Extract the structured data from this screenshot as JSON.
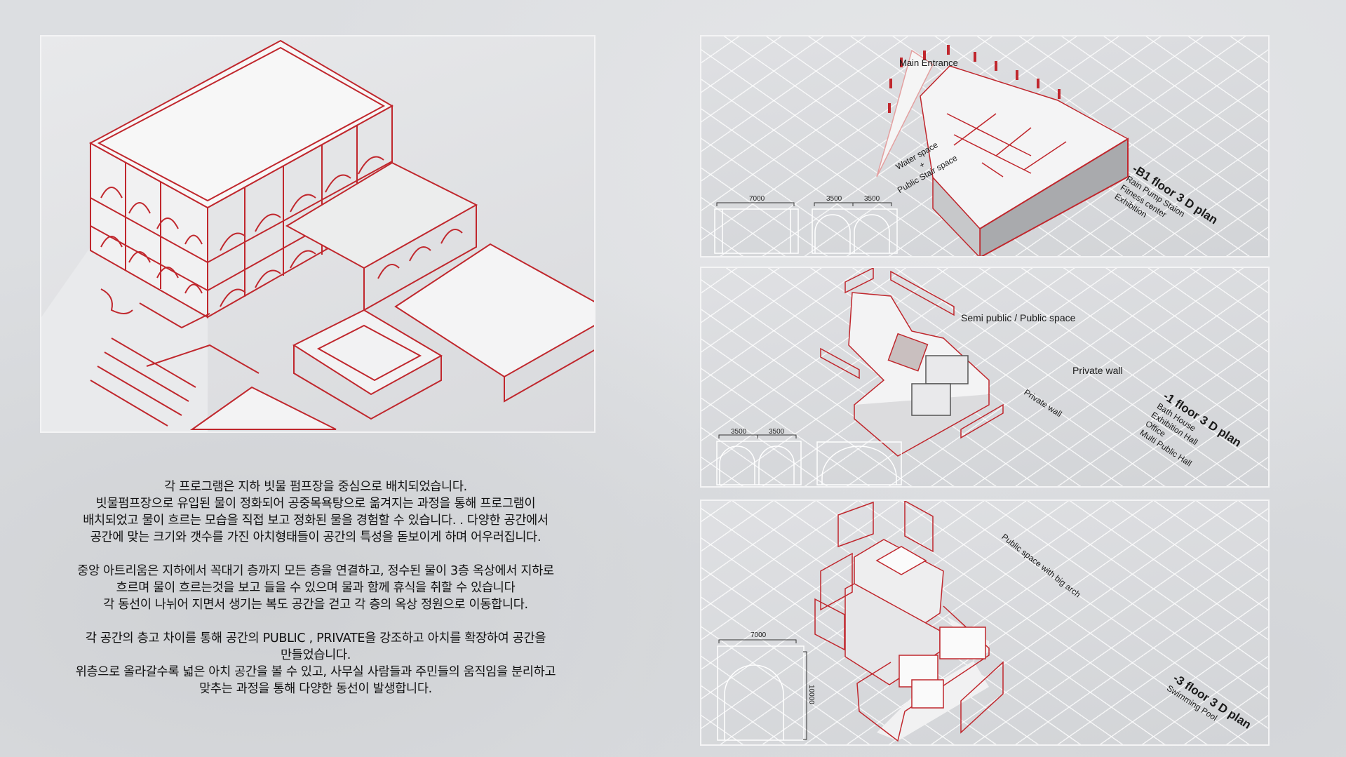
{
  "description": {
    "lines": [
      "각 프로그램은 지하 빗물 펌프장을 중심으로 배치되었습니다.",
      "빗물펌프장으로  유입된  물이  정화되어  공중목욕탕으로  옮겨지는  과정을  통해  프로그램이",
      "배치되었고 물이 흐르는 모습을 직접 보고 정화된 물을 경험할 수 있습니다. . 다양한 공간에서",
      "공간에 맞는 크기와 갯수를  가진 아치형태들이 공간의 특성을 돋보이게 하며 어우러집니다.",
      "",
      "중앙 아트리움은 지하에서 꼭대기 층까지 모든 층을 연결하고, 정수된 물이 3층 옥상에서 지하로",
      "흐르며  물이 흐르는것을  보고 들을 수 있으며 물과 함께  휴식을 취할 수 있습니다",
      "각 동선이 나뉘어 지면서 생기는 복도 공간을 걷고 각 층의 옥상 정원으로 이동합니다.",
      "",
      "각  공간의  층고  차이를  통해  공간의  PUBLIC  ,  PRIVATE을  강조하고  아치를  확장하여  공간을",
      "만들었습니다.",
      "위층으로 올라갈수록 넓은 아치 공간을 볼 수 있고, 사무실 사람들과 주민들의 움직임을 분리하고",
      "맞추는 과정을 통해 다양한 동선이 발생합니다."
    ]
  },
  "panel_b1": {
    "main_entrance": "Main Entrance",
    "water_space": "Water space",
    "plus": "+",
    "stair_space": "Public Stair space",
    "title": "-B1 floor 3 D plan",
    "programs": [
      "Rain Pump Staion",
      "Fitness center",
      "Exhibition"
    ],
    "dims": [
      "7000",
      "3500",
      "3500"
    ]
  },
  "panel_1f": {
    "semi_public": "Semi public / Public space",
    "private_wall": "Private wall",
    "private_wall_2": "Private wall",
    "title": "-1 floor 3 D plan",
    "programs": [
      "Bath House",
      "Exhibition Hall",
      "Office",
      "Multi Public Hall"
    ],
    "dims": [
      "3500",
      "3500"
    ]
  },
  "panel_3f": {
    "public_arch": "Public space with big arch",
    "title": "-3 floor 3 D plan",
    "programs": [
      "Swimming Pool"
    ],
    "dims": [
      "7000",
      "10000"
    ]
  },
  "colors": {
    "accent": "#c0272d",
    "background": "#dcdee1"
  }
}
